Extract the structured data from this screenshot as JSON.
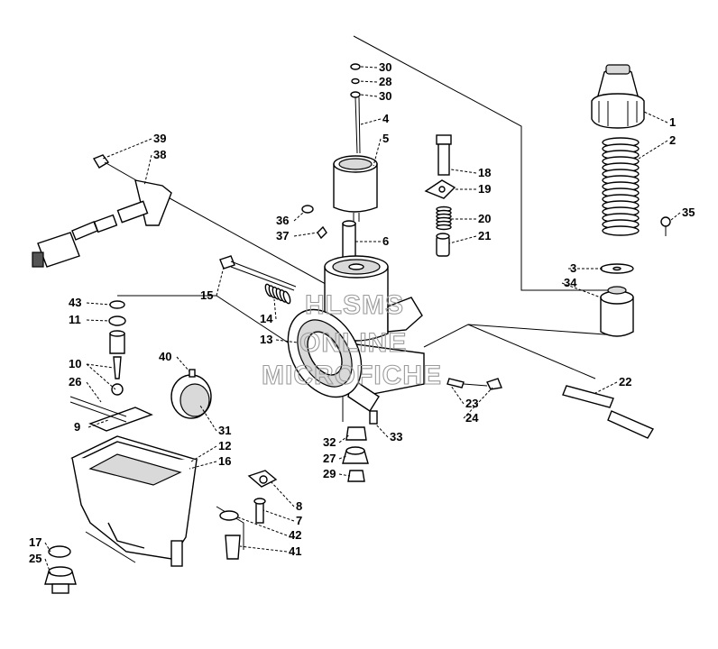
{
  "watermark": {
    "line1": "HLSMS",
    "line2": "ONLINE",
    "line3": "MICROFICHE"
  },
  "callouts": [
    {
      "n": "1"
    },
    {
      "n": "2"
    },
    {
      "n": "3"
    },
    {
      "n": "34"
    },
    {
      "n": "35"
    },
    {
      "n": "30"
    },
    {
      "n": "28"
    },
    {
      "n": "30"
    },
    {
      "n": "4"
    },
    {
      "n": "5"
    },
    {
      "n": "18"
    },
    {
      "n": "19"
    },
    {
      "n": "20"
    },
    {
      "n": "21"
    },
    {
      "n": "36"
    },
    {
      "n": "37"
    },
    {
      "n": "6"
    },
    {
      "n": "39"
    },
    {
      "n": "38"
    },
    {
      "n": "15"
    },
    {
      "n": "14"
    },
    {
      "n": "13"
    },
    {
      "n": "43"
    },
    {
      "n": "11"
    },
    {
      "n": "10"
    },
    {
      "n": "40"
    },
    {
      "n": "26"
    },
    {
      "n": "9"
    },
    {
      "n": "31"
    },
    {
      "n": "12"
    },
    {
      "n": "16"
    },
    {
      "n": "22"
    },
    {
      "n": "23"
    },
    {
      "n": "24"
    },
    {
      "n": "33"
    },
    {
      "n": "32"
    },
    {
      "n": "27"
    },
    {
      "n": "29"
    },
    {
      "n": "8"
    },
    {
      "n": "7"
    },
    {
      "n": "42"
    },
    {
      "n": "41"
    },
    {
      "n": "17"
    },
    {
      "n": "25"
    }
  ]
}
